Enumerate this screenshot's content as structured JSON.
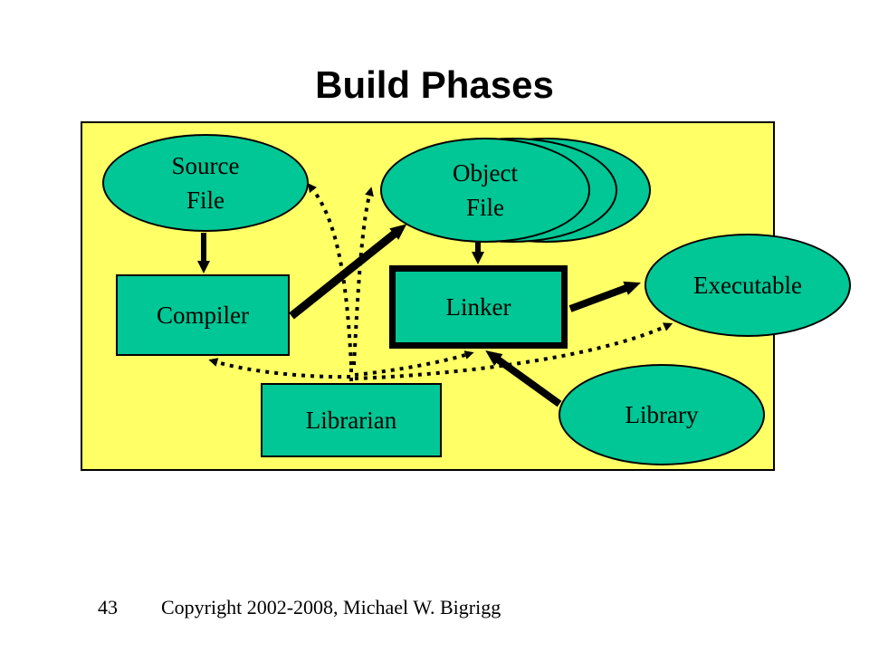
{
  "slide": {
    "title": "Build Phases",
    "page_number": "43",
    "footer": "Copyright 2002-2008, Michael W. Bigrigg",
    "colors": {
      "background": "#FFFFFF",
      "panel_background": "#FFFF66",
      "shape_fill": "#00C795",
      "outline": "#000000",
      "text": "#000000"
    },
    "nodes": {
      "source_file": {
        "line1": "Source",
        "line2": "File"
      },
      "object_file": {
        "line1": "Object",
        "line2": "File"
      },
      "compiler": {
        "label": "Compiler"
      },
      "linker": {
        "label": "Linker"
      },
      "librarian": {
        "label": "Librarian"
      },
      "library": {
        "label": "Library"
      },
      "executable": {
        "label": "Executable"
      }
    },
    "edges": [
      {
        "from": "Source File",
        "to": "Compiler",
        "style": "solid"
      },
      {
        "from": "Compiler",
        "to": "Object File",
        "style": "solid"
      },
      {
        "from": "Object File",
        "to": "Linker",
        "style": "solid"
      },
      {
        "from": "Linker",
        "to": "Executable",
        "style": "solid"
      },
      {
        "from": "Library",
        "to": "Linker",
        "style": "solid"
      },
      {
        "from": "Librarian",
        "to": "Source File",
        "style": "dotted"
      },
      {
        "from": "Librarian",
        "to": "Object File",
        "style": "dotted"
      },
      {
        "from": "Librarian",
        "to": "Compiler",
        "style": "dotted"
      },
      {
        "from": "Librarian",
        "to": "Linker",
        "style": "dotted"
      },
      {
        "from": "Librarian",
        "to": "Executable",
        "style": "dotted"
      }
    ]
  }
}
